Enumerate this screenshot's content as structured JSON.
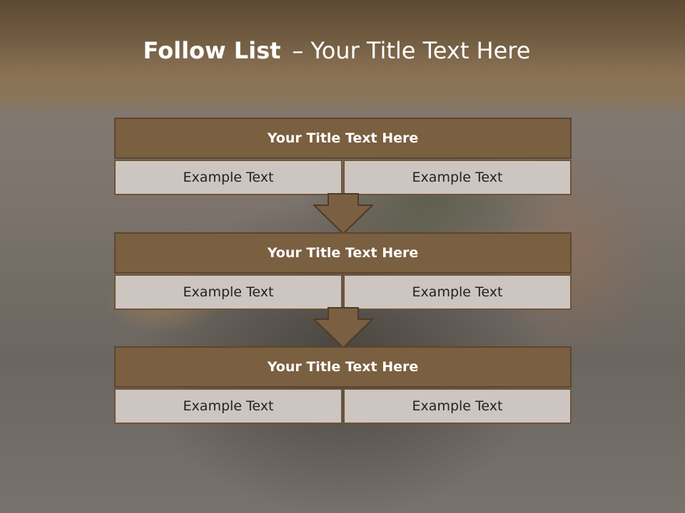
{
  "slide": {
    "title_bold": "Follow List",
    "title_sep": "–",
    "title_rest": "Your Title Text Here"
  },
  "colors": {
    "header_fill": "#7a5f40",
    "cell_fill": "#cdc5c0",
    "arrow_fill": "#7a5f40",
    "top_band": "#6f5a40"
  },
  "steps": [
    {
      "title": "Your Title Text Here",
      "cells": [
        "Example Text",
        "Example Text"
      ]
    },
    {
      "title": "Your Title Text Here",
      "cells": [
        "Example Text",
        "Example Text"
      ]
    },
    {
      "title": "Your Title Text Here",
      "cells": [
        "Example Text",
        "Example Text"
      ]
    }
  ]
}
